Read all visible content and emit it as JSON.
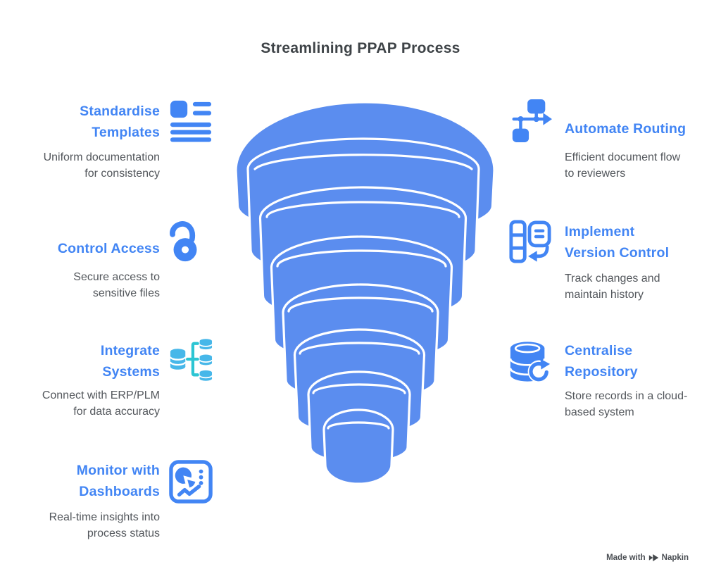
{
  "title": "Streamlining PPAP Process",
  "left_items": [
    {
      "id": "standardise-templates",
      "icon": "templates-icon",
      "heading_lines": [
        "Standardise",
        "Templates"
      ],
      "subtitle_lines": [
        "Uniform documentation",
        "for consistency"
      ]
    },
    {
      "id": "control-access",
      "icon": "lock-open-icon",
      "heading_lines": [
        "Control Access",
        ""
      ],
      "subtitle_lines": [
        "Secure access to",
        "sensitive files"
      ]
    },
    {
      "id": "integrate-systems",
      "icon": "integration-icon",
      "heading_lines": [
        "Integrate",
        "Systems"
      ],
      "subtitle_lines": [
        "Connect with ERP/PLM",
        "for data accuracy"
      ]
    },
    {
      "id": "monitor-with-dashboards",
      "icon": "dashboard-icon",
      "heading_lines": [
        "Monitor with",
        "Dashboards"
      ],
      "subtitle_lines": [
        "Real-time insights into",
        "process status"
      ]
    }
  ],
  "right_items": [
    {
      "id": "automate-routing",
      "icon": "routing-icon",
      "heading_lines": [
        "Automate Routing",
        ""
      ],
      "subtitle_lines": [
        "Efficient document flow",
        "to reviewers"
      ]
    },
    {
      "id": "implement-version-control",
      "icon": "version-control-icon",
      "heading_lines": [
        "Implement",
        "Version Control"
      ],
      "subtitle_lines": [
        "Track changes and",
        "maintain history"
      ]
    },
    {
      "id": "centralise-repository",
      "icon": "repository-icon",
      "heading_lines": [
        "Centralise",
        "Repository"
      ],
      "subtitle_lines": [
        "Store records in a cloud-",
        "based system"
      ]
    }
  ],
  "footer": {
    "made_with": "Made with",
    "brand": "Napkin"
  },
  "graphic": {
    "type": "funnel",
    "layers": 8
  },
  "colors": {
    "funnel_blue": "#5b8def",
    "accent_blue": "#4285f4",
    "teal": "#2cc5d3",
    "light_blue": "#47b7e9",
    "title_text": "#3e4347",
    "body_text": "#53575c",
    "heading_text": "#4285f4"
  }
}
